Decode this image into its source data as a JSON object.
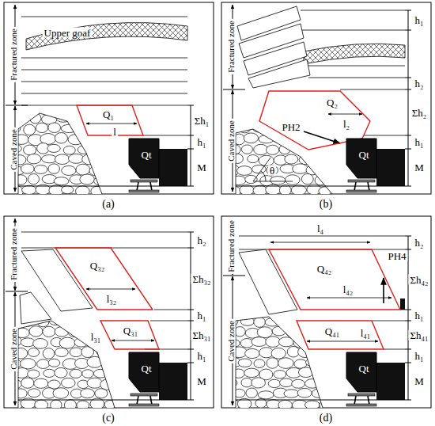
{
  "diagram": {
    "nodes": [
      {
        "text": [
          "Q₁"
        ]
      },
      {
        "text": [
          "Qt"
        ]
      },
      {
        "text": [
          "Q₂"
        ]
      },
      {
        "text": [
          "Qt"
        ]
      },
      {
        "text": [
          "Q₃₂"
        ]
      },
      {
        "text": [
          "Q₃₁"
        ]
      },
      {
        "text": [
          "Qt"
        ]
      },
      {
        "text": [
          "Q₄₂"
        ]
      },
      {
        "text": [
          "Q₄₁"
        ]
      },
      {
        "text": [
          "Qt"
        ]
      }
    ],
    "labels": [
      "Fractured zone",
      "Caved zone",
      "Upper goaf",
      "l",
      "Σh₁",
      "h₁",
      "M",
      "(a)",
      "Fractured zone",
      "Caved zone",
      "h₁",
      "h₂",
      "Σh₂",
      "h₁",
      "M",
      "l₂",
      "PH2",
      "θ",
      "(b)",
      "Fractured zone",
      "Caved zone",
      "h₂",
      "Σh₃₂",
      "h₁",
      "Σh₃₁",
      "h₁",
      "M",
      "l₃₂",
      "l₃₁",
      "(c)",
      "Fractured zone",
      "Caved zone",
      "h₂",
      "Σh₄₂",
      "h₁",
      "Σh₄₁",
      "h₁",
      "M",
      "l₄",
      "PH4",
      "l₄₂",
      "l₄₁",
      "(d)"
    ]
  }
}
